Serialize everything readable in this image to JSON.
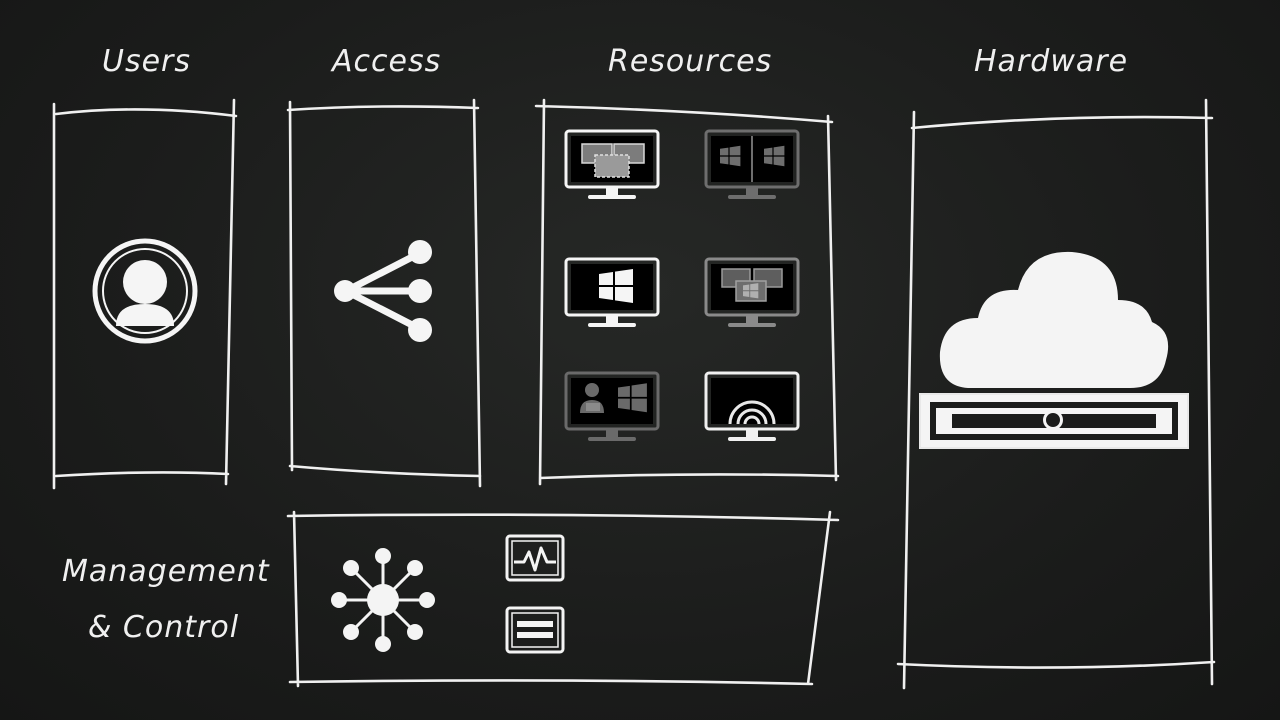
{
  "labels": {
    "users": "Users",
    "access": "Access",
    "resources": "Resources",
    "hardware": "Hardware",
    "management_line1": "Management",
    "management_line2": "& Control"
  },
  "icons": {
    "users": "user-avatar-icon",
    "access": "share-branch-icon",
    "resources": [
      "monitor-desktops-icon",
      "monitor-dual-windows-icon",
      "monitor-windows-icon",
      "monitor-desktops-icon",
      "monitor-user-windows-icon",
      "monitor-remote-signal-icon"
    ],
    "hardware": "cloud-server-icon",
    "management": [
      "hub-gear-icon",
      "monitoring-pulse-icon",
      "list-panel-icon"
    ]
  },
  "colors": {
    "background": "#1b1c1b",
    "chalk": "#f0f0f0",
    "dim_chalk": "#6e6e6e"
  }
}
